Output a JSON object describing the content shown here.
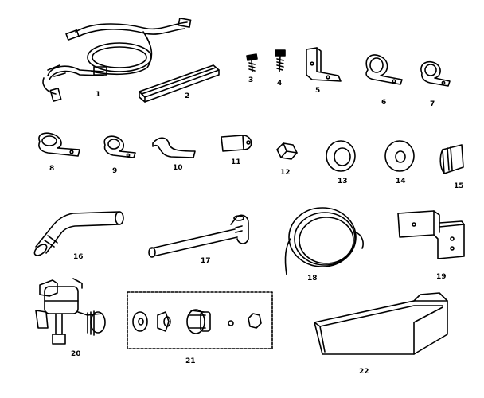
{
  "diagram": {
    "parts": [
      {
        "key": "p1",
        "number": "1"
      },
      {
        "key": "p2",
        "number": "2"
      },
      {
        "key": "p3",
        "number": "3"
      },
      {
        "key": "p4",
        "number": "4"
      },
      {
        "key": "p5",
        "number": "5"
      },
      {
        "key": "p6",
        "number": "6"
      },
      {
        "key": "p7",
        "number": "7"
      },
      {
        "key": "p8",
        "number": "8"
      },
      {
        "key": "p9",
        "number": "9"
      },
      {
        "key": "p10",
        "number": "10"
      },
      {
        "key": "p11",
        "number": "11"
      },
      {
        "key": "p12",
        "number": "12"
      },
      {
        "key": "p13",
        "number": "13"
      },
      {
        "key": "p14",
        "number": "14"
      },
      {
        "key": "p15",
        "number": "15"
      },
      {
        "key": "p16",
        "number": "16"
      },
      {
        "key": "p17",
        "number": "17"
      },
      {
        "key": "p18",
        "number": "18"
      },
      {
        "key": "p19",
        "number": "19"
      },
      {
        "key": "p20",
        "number": "20"
      },
      {
        "key": "p21",
        "number": "21"
      },
      {
        "key": "p22",
        "number": "22"
      }
    ]
  }
}
